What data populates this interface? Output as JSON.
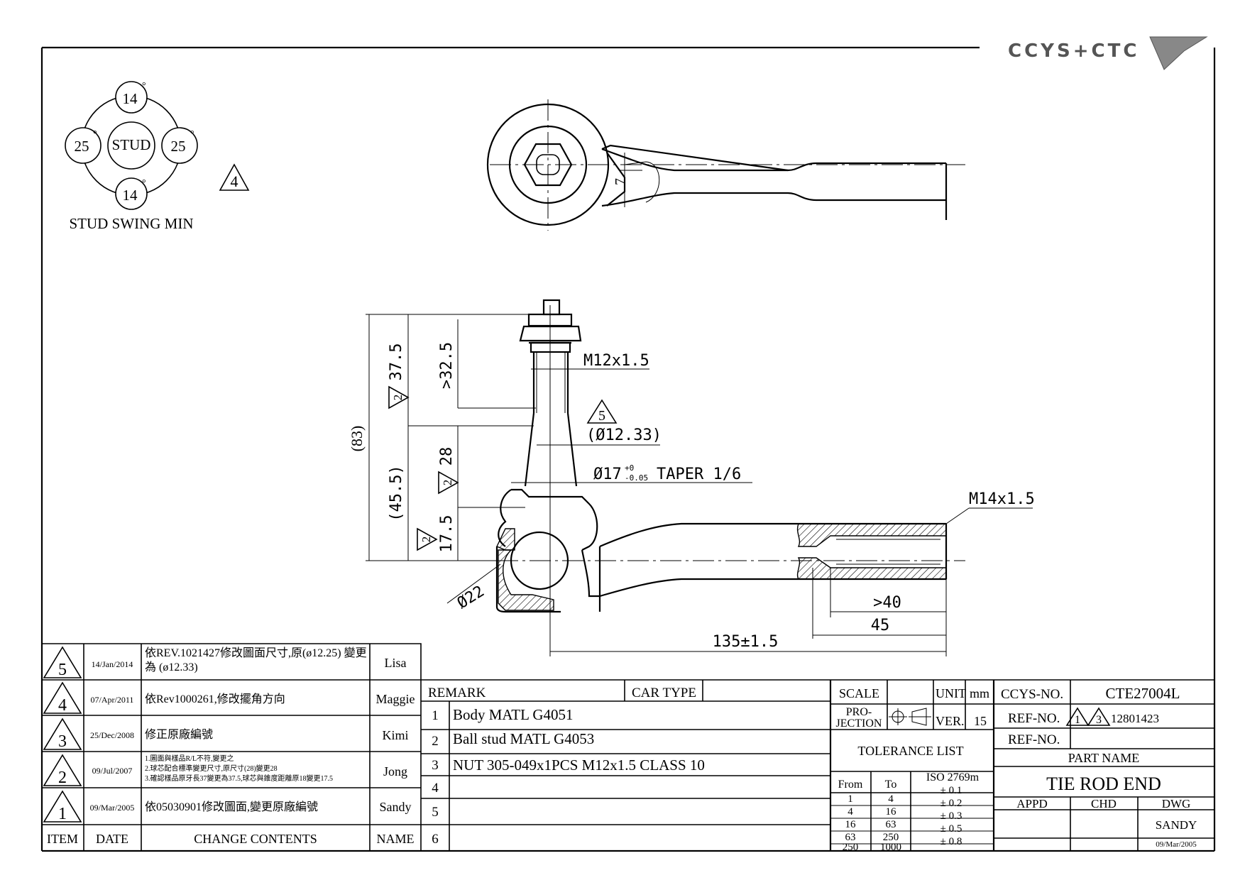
{
  "logo": {
    "text": "CCYS+CTC"
  },
  "stud_swing": {
    "center": "STUD",
    "top": "14",
    "bottom": "14",
    "left": "25",
    "right": "25",
    "degree": "°",
    "caption": "STUD SWING MIN"
  },
  "rev_marker": "4",
  "top_view": {
    "dim_7": "7"
  },
  "side_view": {
    "dim_375": "37.5",
    "dim_325": ">32.5",
    "dim_83": "(83)",
    "dim_455": "(45.5)",
    "dim_28": "28",
    "dim_175": "17.5",
    "tri_2": "2",
    "tri_5": "5",
    "thread_stud": "M12x1.5",
    "dia_1233": "(Ø12.33)",
    "taper_dia": "Ø17",
    "taper_tol_upper": "+0",
    "taper_tol_lower": "-0.05",
    "taper_text": "TAPER 1/6",
    "thread_end": "M14x1.5",
    "dia_22": "Ø22",
    "dim_40": ">40",
    "dim_45": "45",
    "dim_135": "135±1.5"
  },
  "revisions": [
    {
      "item": "5",
      "date": "14/Jan/2014",
      "content": "依REV.1021427修改圖面尺寸,原(ø12.25) 變更為 (ø12.33)",
      "name": "Lisa"
    },
    {
      "item": "4",
      "date": "07/Apr/2011",
      "content": "依Rev1000261,修改擺角方向",
      "name": "Maggie"
    },
    {
      "item": "3",
      "date": "25/Dec/2008",
      "content": "修正原廠編號",
      "name": "Kimi"
    },
    {
      "item": "2",
      "date": "09/Jul/2007",
      "content_lines": [
        "1.圖面與樣品R/L不符,變更之",
        "2.球芯配合標準變更尺寸,原尺寸(28)變更28",
        "3.確認樣品原牙長37變更為37.5,球芯與錐度距離原18變更17.5"
      ],
      "name": "Jong"
    },
    {
      "item": "1",
      "date": "09/Mar/2005",
      "content": "依05030901修改圖面,變更原廠編號",
      "name": "Sandy"
    }
  ],
  "rev_header": {
    "item": "ITEM",
    "date": "DATE",
    "content": "CHANGE CONTENTS",
    "name": "NAME"
  },
  "remarks": {
    "header": "REMARK",
    "car_type": "CAR TYPE",
    "rows": [
      {
        "no": "1",
        "text": "Body MATL G4051"
      },
      {
        "no": "2",
        "text": "Ball stud MATL G4053"
      },
      {
        "no": "3",
        "text": "NUT 305-049x1PCS M12x1.5 CLASS 10"
      },
      {
        "no": "4",
        "text": ""
      },
      {
        "no": "5",
        "text": ""
      },
      {
        "no": "6",
        "text": ""
      }
    ]
  },
  "title_block": {
    "scale_label": "SCALE",
    "unit_label": "UNIT",
    "unit_value": "mm",
    "projection_label_1": "PRO-",
    "projection_label_2": "JECTION",
    "ver_label": "VER.",
    "ver_value": "15",
    "tolerance_title": "TOLERANCE LIST",
    "tol_from": "From",
    "tol_to": "To",
    "tol_std": "ISO 2769m",
    "tolerances": [
      {
        "from": "1",
        "to": "4",
        "tol": "± 0.1"
      },
      {
        "from": "4",
        "to": "16",
        "tol": "± 0.2"
      },
      {
        "from": "16",
        "to": "63",
        "tol": "± 0.3"
      },
      {
        "from": "63",
        "to": "250",
        "tol": "± 0.5"
      },
      {
        "from": "250",
        "to": "1000",
        "tol": "± 0.8"
      }
    ],
    "ccys_label": "CCYS-NO.",
    "ccys_value": "CTE27004L",
    "ref1_label": "REF-NO.",
    "ref1_tri_a": "1",
    "ref1_tri_b": "3",
    "ref1_value": "12801423",
    "ref2_label": "REF-NO.",
    "part_name_label": "PART NAME",
    "part_name": "TIE ROD END",
    "appd": "APPD",
    "chd": "CHD",
    "dwg": "DWG",
    "dwg_name": "SANDY",
    "dwg_date": "09/Mar/2005"
  }
}
